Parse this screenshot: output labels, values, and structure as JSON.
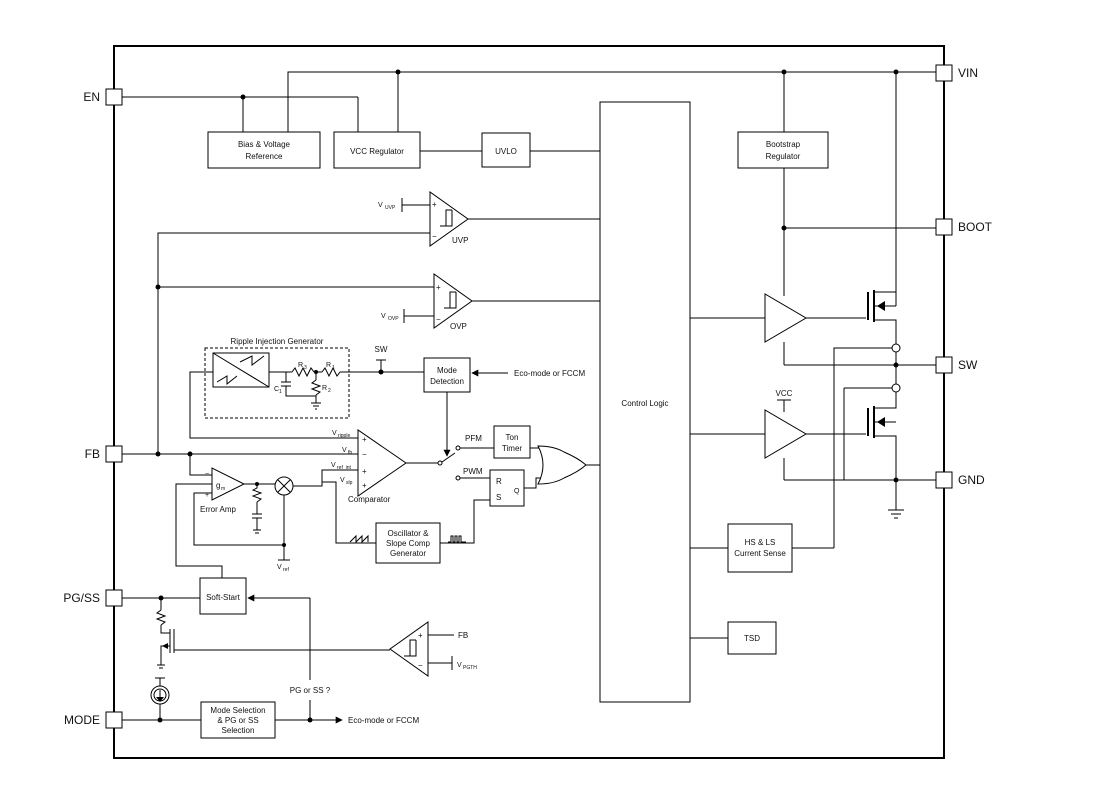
{
  "pins": {
    "en": "EN",
    "vin": "VIN",
    "boot": "BOOT",
    "sw": "SW",
    "fb": "FB",
    "gnd": "GND",
    "pgss": "PG/SS",
    "mode": "MODE"
  },
  "blocks": {
    "bias": [
      "Bias & Voltage",
      "Reference"
    ],
    "vcc_reg": "VCC Regulator",
    "uvlo": "UVLO",
    "control": "Control Logic",
    "bootstrap": [
      "Bootstrap",
      "Regulator"
    ],
    "mode_det": [
      "Mode",
      "Detection"
    ],
    "ton": [
      "Ton",
      "Timer"
    ],
    "osc": [
      "Oscillator &",
      "Slope Comp",
      "Generator"
    ],
    "soft_start": "Soft-Start",
    "mode_sel": [
      "Mode Selection",
      "& PG or SS",
      "Selection"
    ],
    "hs_ls": [
      "HS & LS",
      "Current Sense"
    ],
    "tsd": "TSD",
    "rs_latch": {
      "r": "R",
      "s": "S",
      "q": "Q"
    }
  },
  "labels": {
    "uvp": "UVP",
    "ovp": "OVP",
    "vuvp": {
      "main": "V",
      "sub": "UVP"
    },
    "vovp": {
      "main": "V",
      "sub": "OVP"
    },
    "ripple_gen": "Ripple Injection Generator",
    "sw_node": "SW",
    "r1": {
      "main": "R",
      "sub": "1"
    },
    "r2": {
      "main": "R",
      "sub": "2"
    },
    "r3": {
      "main": "R",
      "sub": "3"
    },
    "c1": {
      "main": "C",
      "sub": "1"
    },
    "eco_in": "Eco-mode or FCCM",
    "eco_out": "Eco-mode or FCCM",
    "vripple": {
      "main": "V",
      "sub": "ripple"
    },
    "vfb": {
      "main": "V",
      "sub": "fb"
    },
    "vref_int": {
      "main": "V",
      "sub": "ref_int"
    },
    "vslp": {
      "main": "V",
      "sub": "slp"
    },
    "comparator": "Comparator",
    "pfm": "PFM",
    "pwm": "PWM",
    "gm": {
      "main": "g",
      "sub": "m"
    },
    "error_amp": "Error Amp",
    "vref": {
      "main": "V",
      "sub": "ref"
    },
    "vcc": "VCC",
    "fb_in": "FB",
    "vpgth": {
      "main": "V",
      "sub": "PGTH"
    },
    "pg_or_ss": "PG or SS ?"
  }
}
